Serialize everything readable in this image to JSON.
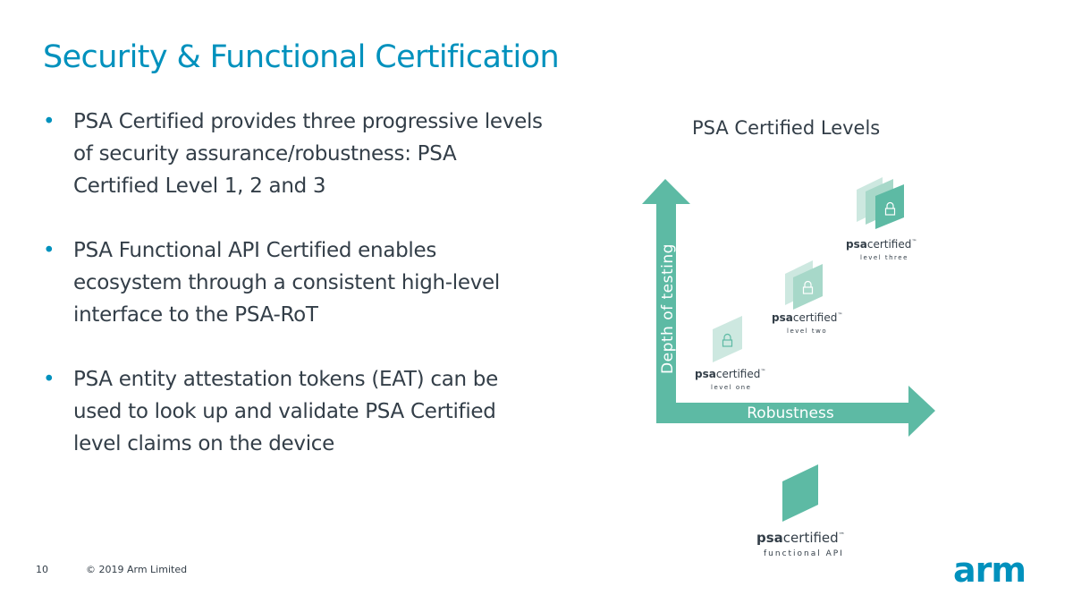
{
  "slide": {
    "title": "Security & Functional Certification",
    "page_number": "10",
    "copyright": "© 2019 Arm Limited",
    "logo_text": "arm"
  },
  "bullets": [
    "PSA Certified provides three progressive levels of security assurance/robustness: PSA Certified Level 1, 2 and 3",
    "PSA Functional API Certified enables ecosystem through a consistent high-level interface to the PSA-RoT",
    "PSA entity attestation tokens (EAT) can be used to look up and validate PSA Certified level claims on the device"
  ],
  "diagram": {
    "title": "PSA Certified Levels",
    "y_axis_label": "Depth of testing",
    "x_axis_label": "Robustness",
    "badges": [
      {
        "brand_bold": "psa",
        "brand_light": "certified",
        "tm": "™",
        "level": "level one",
        "layers": 1
      },
      {
        "brand_bold": "psa",
        "brand_light": "certified",
        "tm": "™",
        "level": "level two",
        "layers": 2
      },
      {
        "brand_bold": "psa",
        "brand_light": "certified",
        "tm": "™",
        "level": "level three",
        "layers": 3
      }
    ],
    "functional_badge": {
      "brand_bold": "psa",
      "brand_light": "certified",
      "tm": "™",
      "level": "functional API"
    }
  },
  "colors": {
    "title_blue": "#0091bd",
    "teal": "#5dbaa4",
    "teal_light": "#cde8e0",
    "teal_mid": "#a7d8c9",
    "text": "#333e48"
  }
}
